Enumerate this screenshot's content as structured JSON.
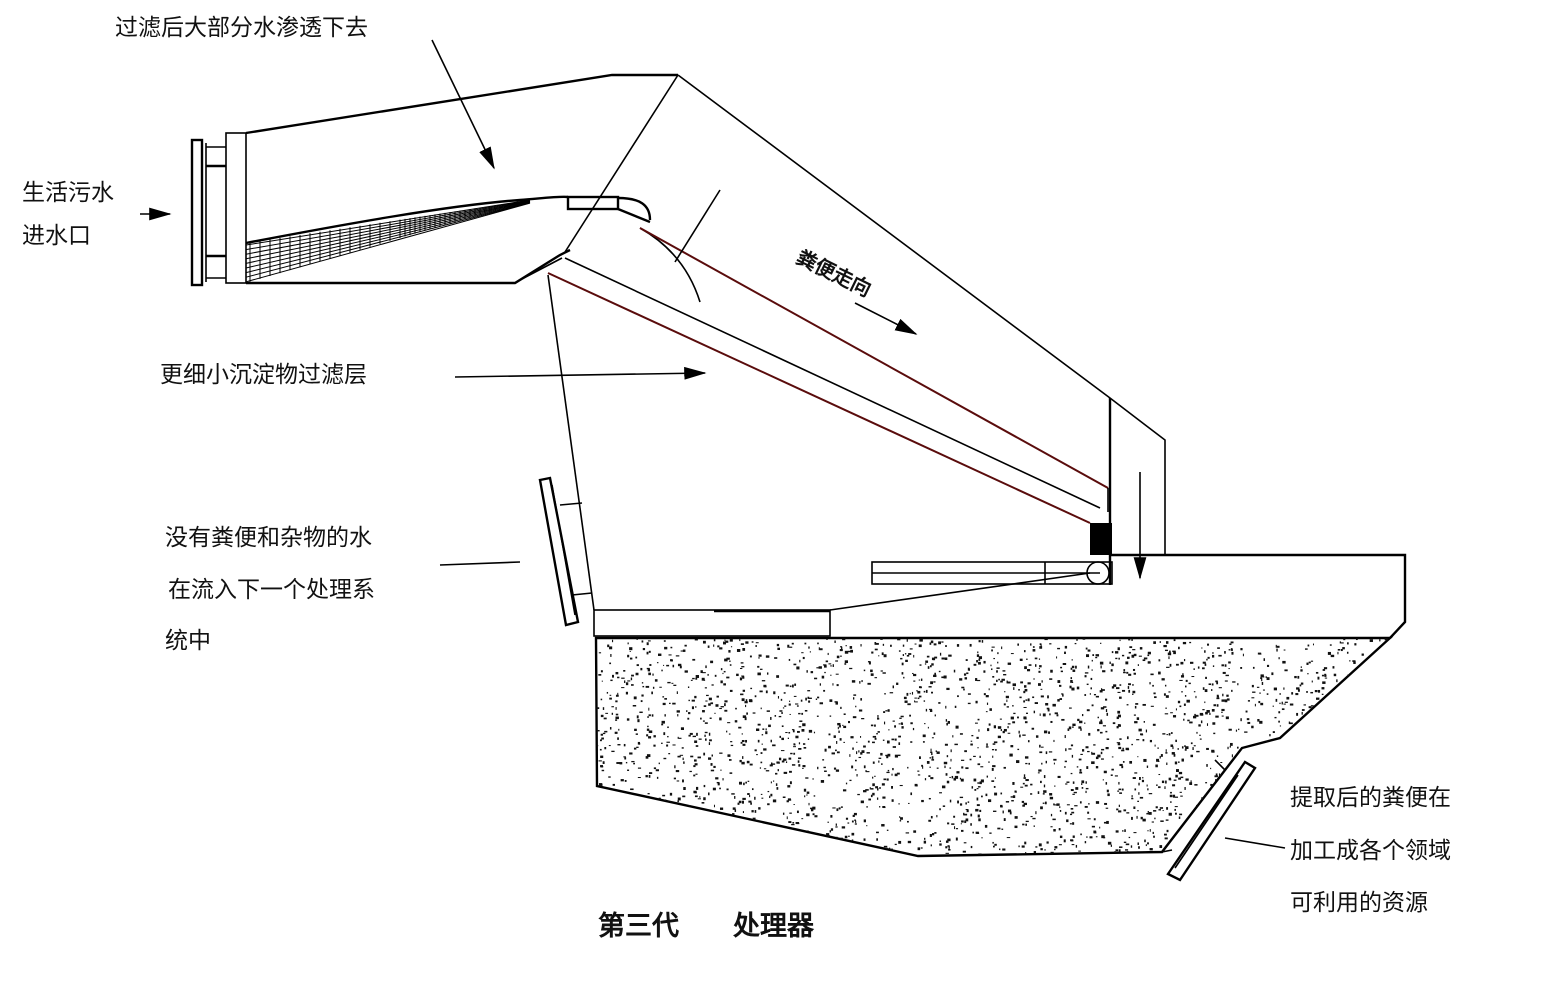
{
  "labels": {
    "top_note": "过滤后大部分水渗透下去",
    "inlet_line1": "生活污水",
    "inlet_line2": "进水口",
    "filter_layer": "更细小沉淀物过滤层",
    "flow_direction": "粪便走向",
    "clean_water_line1": "没有粪便和杂物的水",
    "clean_water_line2": "在流入下一个处理系",
    "clean_water_line3": "统中",
    "output_line1": "提取后的粪便在",
    "output_line2": "加工成各个领域",
    "output_line3": "可利用的资源"
  },
  "caption": {
    "generation": "第三代",
    "device": "处理器"
  },
  "colors": {
    "line": "#000000",
    "chute_tint": "#5a0c0c"
  }
}
